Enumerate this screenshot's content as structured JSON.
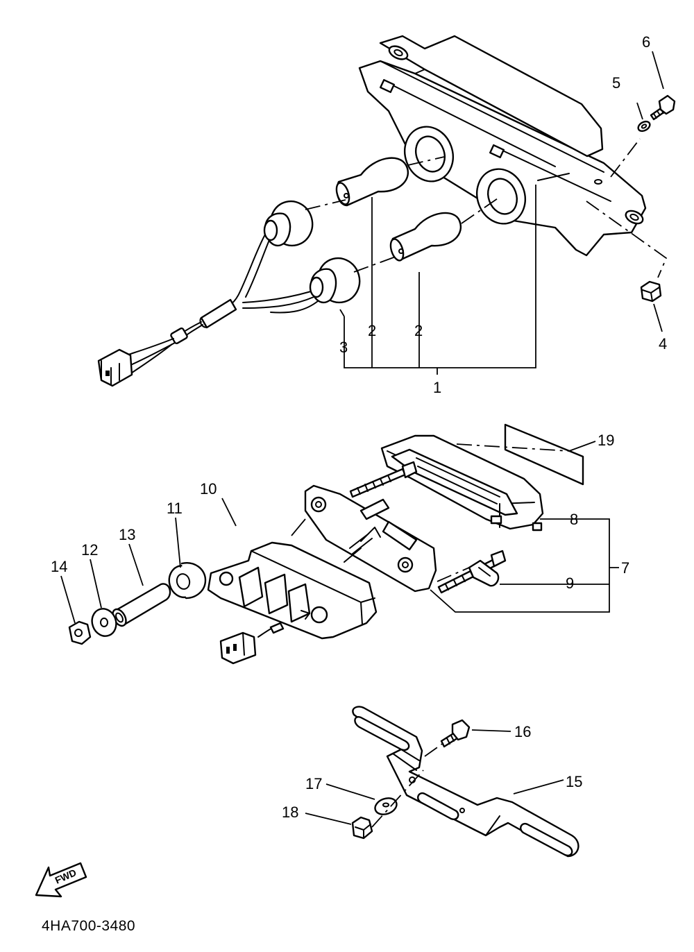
{
  "diagram": {
    "drawing_code": "4HA700-3480",
    "direction_label": "FWD",
    "callouts": {
      "c1": "1",
      "c2a": "2",
      "c2b": "2",
      "c3": "3",
      "c4": "4",
      "c5": "5",
      "c6": "6",
      "c7": "7",
      "c8": "8",
      "c9": "9",
      "c10": "10",
      "c11": "11",
      "c12": "12",
      "c13": "13",
      "c14": "14",
      "c15": "15",
      "c16": "16",
      "c17": "17",
      "c18": "18",
      "c19": "19"
    }
  }
}
